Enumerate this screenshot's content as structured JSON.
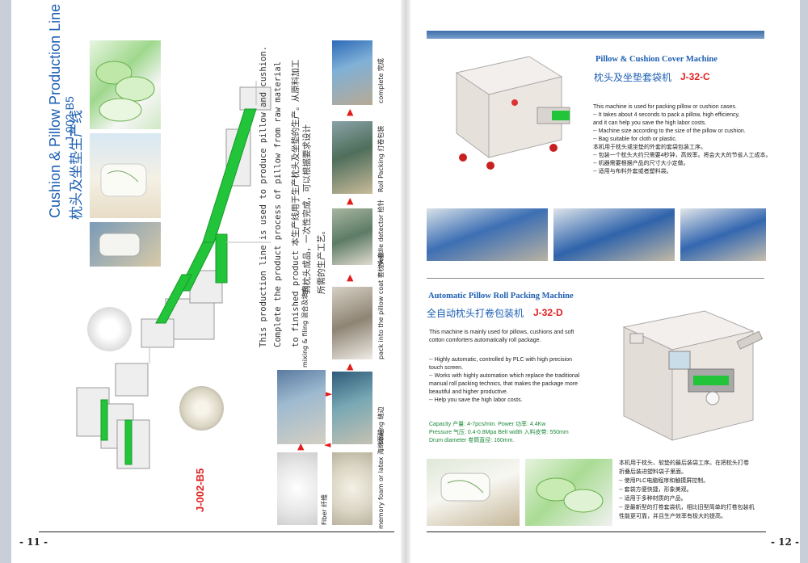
{
  "left_page": {
    "title_en": "Cushion & Pillow Production Line",
    "model_code": "J-002-B5",
    "title_cn": "枕头及坐垫生产线",
    "description_en": [
      "This production line is used to produce pillow and cushion.",
      "Complete the product process of pillow from raw material",
      "to finished product"
    ],
    "description_cn": [
      "本生产线用于生产枕头及坐垫的生产。从原料加工",
      "到枕头成品，一次性完成，可以根据要求设计",
      "所需的生产工艺。"
    ],
    "model_label": "J-002-B5",
    "steps": {
      "fiber": "Fiber 纤维",
      "memory": "memory foam or latex 海绵颗粒",
      "mixing": "mixing & filing 混合及填充",
      "sewing": "sewing 缝边",
      "pack": "pack into the pillow coat 套枕头套",
      "needle": "Needle detector 检针",
      "roll": "Roll Packing 打卷包装",
      "complete": "complete 完成"
    },
    "page_number": "- 11 -"
  },
  "right_page": {
    "machine1": {
      "title_en": "Pillow & Cushion Cover Machine",
      "title_cn": "枕头及坐垫套袋机",
      "model": "J-32-C",
      "lines": [
        "This machine is used for packing pillow or cushion cases.",
        "-- It takes about 4 seconds to pack a pillow, high efficiency,",
        "    and it can help you save the high labor costs.",
        "-- Machine size according to the size of the pillow or cushion.",
        "-- Bag suitable for cloth or plastic.",
        "本机用于枕头或坐垫的外套的套袋包装工序。",
        "-- 包装一个枕头大约只需要4秒钟，高效率。将会大大的节省人工成本。",
        "-- 机器需要根据产品的尺寸大小定做。",
        "-- 适用与布料外套或者塑料袋。"
      ]
    },
    "machine2": {
      "title_en": "Automatic Pillow Roll Packing Machine",
      "title_cn": "全自动枕头打卷包装机",
      "model": "J-32-D",
      "intro": [
        "This machine is mainly used for pillows, cushions and soft",
        "cotton comforters automatically roll package."
      ],
      "features": [
        "-- Highly automatic, controlled by PLC with high precision",
        "    touch screen.",
        "-- Works with highly automation which replace the traditional",
        "    manual roll packing technics, that makes the package more",
        "    beautiful and higher productive.",
        "-- Help you save the high labor costs."
      ],
      "specs": [
        "Capacity 产量: 4-7pcs/min.    Power 功率: 4.4Kw",
        "Pressure 气压: 0.4-0.8Mpa    Belt width 入料皮带: 550mm",
        "Drum diameter 卷筒直径: 160mm."
      ],
      "cn_lines": [
        "本机用于枕头、软垫的最后装袋工序。在把枕头打卷",
        "折叠后装进塑料袋子里面。",
        "-- 使用PLC电脑程序和触摸屏控制。",
        "-- 套袋方便快捷，形象美观。",
        "-- 适用于多种材质的产品。",
        "-- 是最新型的打卷套袋机，相比旧型简单的打卷包装机",
        "    性能更可靠，并且生产效率有极大的提高。"
      ]
    },
    "page_number": "- 12 -"
  },
  "colors": {
    "title_blue": "#1d5fb3",
    "model_red": "#e02020",
    "spec_green": "#1d8a3a",
    "machine_green": "#22c43a"
  }
}
